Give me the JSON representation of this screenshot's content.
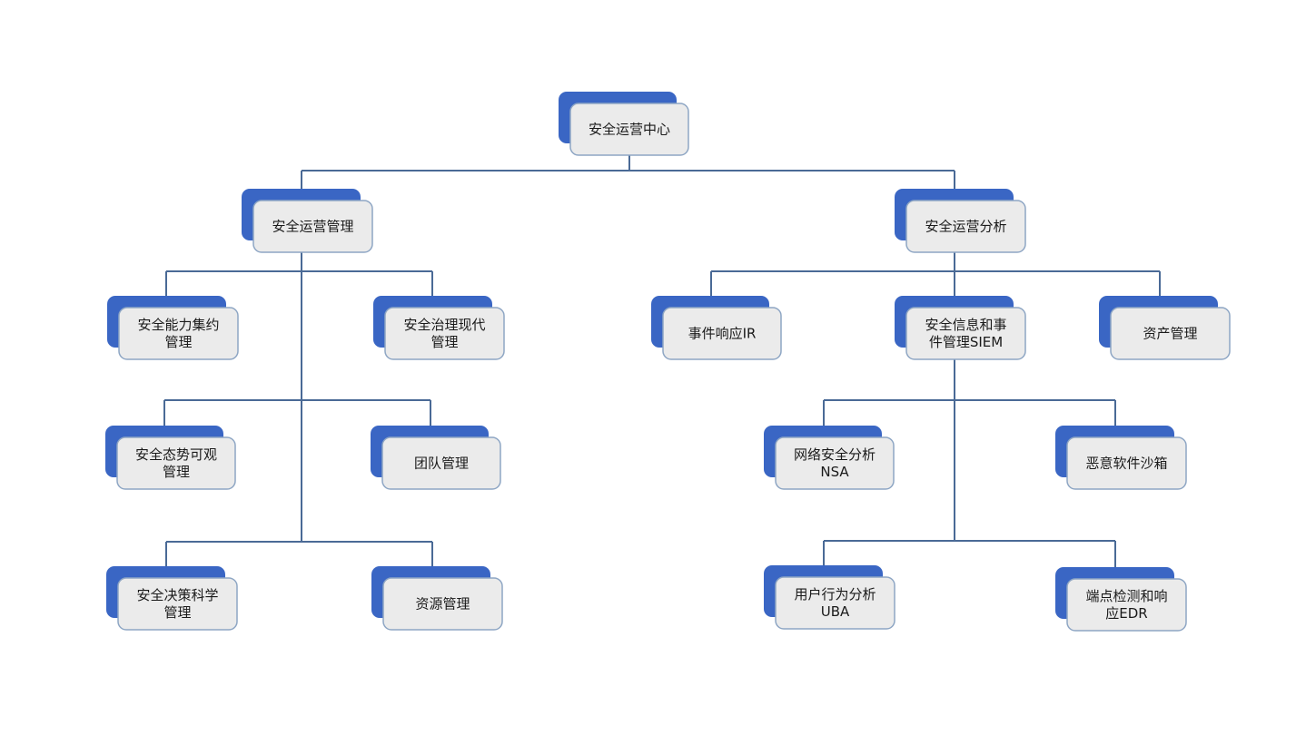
{
  "diagram": {
    "type": "hierarchy",
    "colors": {
      "node_shadow": "#3a66c4",
      "node_face": "#ebebeb",
      "node_border": "#8ea6c4",
      "connector": "#4a6a96",
      "text": "#1a1a1a"
    },
    "nodes": {
      "root": {
        "lines": [
          "安全运营中心"
        ]
      },
      "mgmt": {
        "lines": [
          "安全运营管理"
        ]
      },
      "analysis": {
        "lines": [
          "安全运营分析"
        ]
      },
      "capability": {
        "lines": [
          "安全能力集约",
          "管理"
        ]
      },
      "governance": {
        "lines": [
          "安全治理现代",
          "管理"
        ]
      },
      "posture": {
        "lines": [
          "安全态势可观",
          "管理"
        ]
      },
      "team": {
        "lines": [
          "团队管理"
        ]
      },
      "decision": {
        "lines": [
          "安全决策科学",
          "管理"
        ]
      },
      "resource": {
        "lines": [
          "资源管理"
        ]
      },
      "ir": {
        "lines": [
          "事件响应IR"
        ]
      },
      "siem": {
        "lines": [
          "安全信息和事",
          "件管理SIEM"
        ]
      },
      "asset": {
        "lines": [
          "资产管理"
        ]
      },
      "nsa": {
        "lines": [
          "网络安全分析",
          "NSA"
        ]
      },
      "sandbox": {
        "lines": [
          "恶意软件沙箱"
        ]
      },
      "uba": {
        "lines": [
          "用户行为分析",
          "UBA"
        ]
      },
      "edr": {
        "lines": [
          "端点检测和响",
          "应EDR"
        ]
      }
    }
  }
}
